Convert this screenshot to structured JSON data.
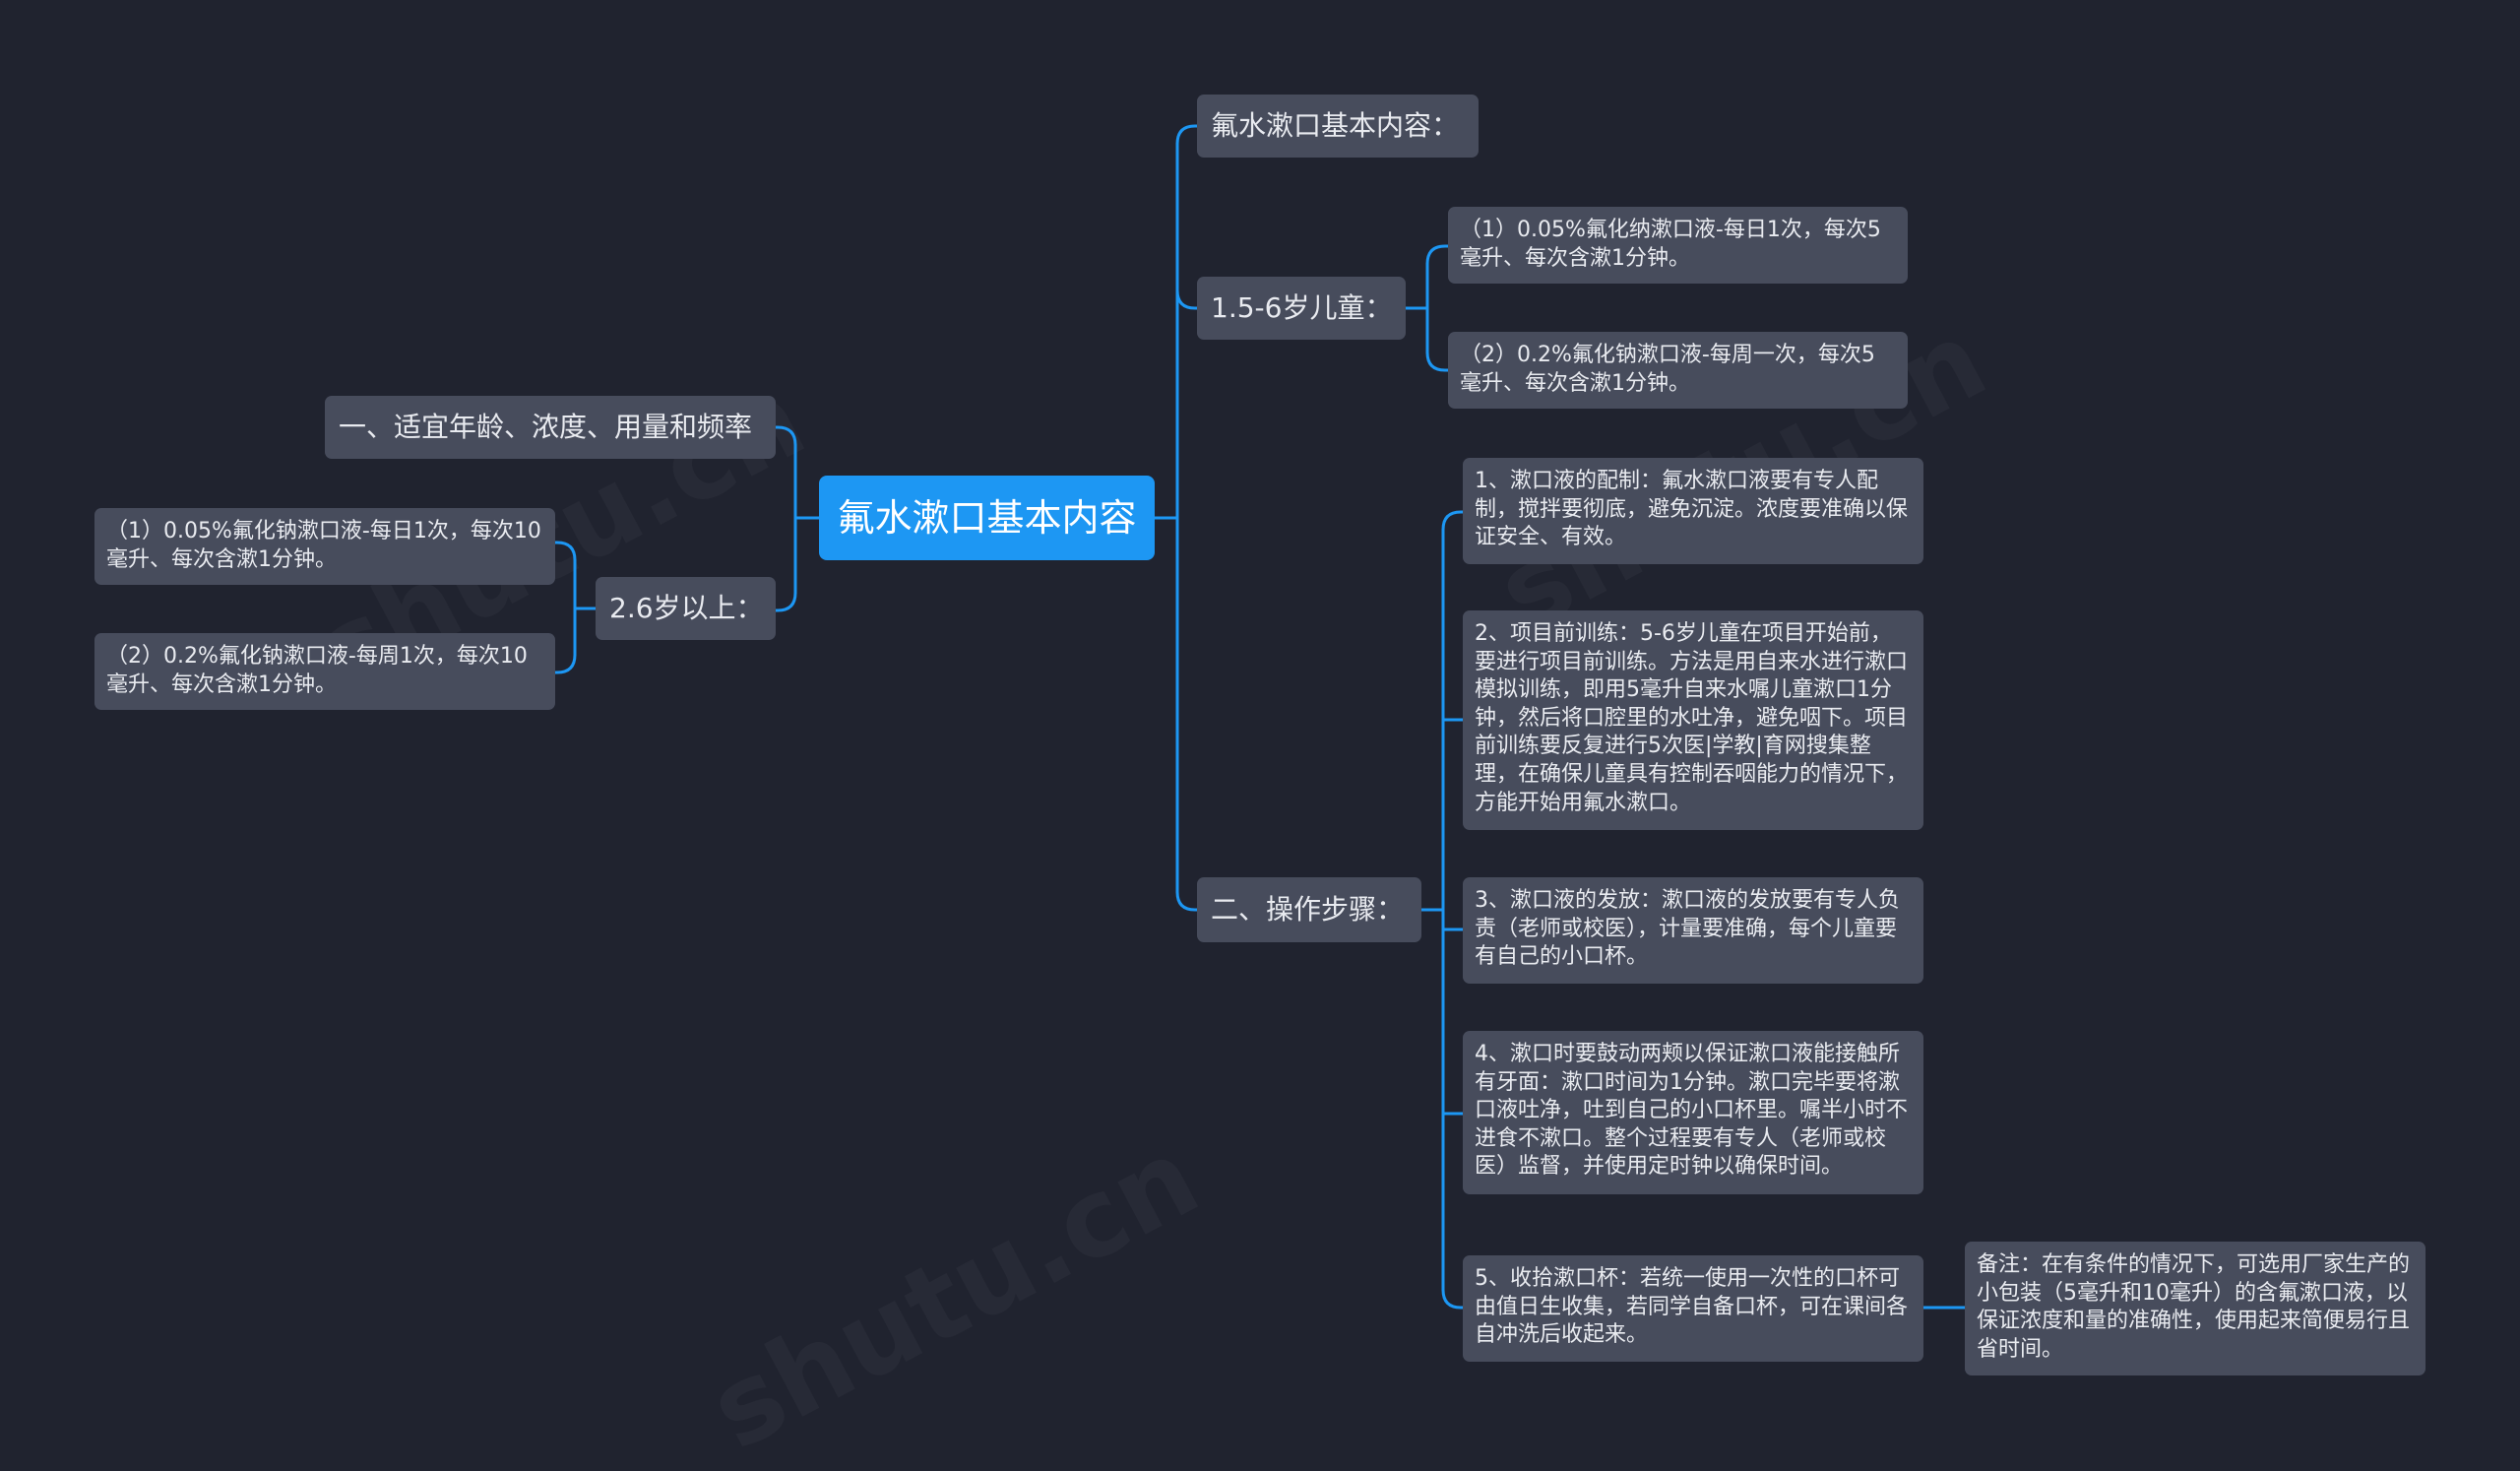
{
  "colors": {
    "background": "#20232f",
    "root_fill": "#1d97f3",
    "node_fill": "#474c5c",
    "link": "#1d97f3",
    "text": "#e9ebf0"
  },
  "root": {
    "label": "氟水漱口基本内容"
  },
  "left": {
    "branch1": {
      "label": "一、适宜年龄、浓度、用量和频率"
    },
    "branch2": {
      "label": "2.6岁以上：",
      "children": [
        "（1）0.05%氟化钠漱口液-每日1次，每次10毫升、每次含漱1分钟。",
        "（2）0.2%氟化钠漱口液-每周1次，每次10毫升、每次含漱1分钟。"
      ]
    }
  },
  "right": {
    "branch1": {
      "label": "氟水漱口基本内容："
    },
    "branch2": {
      "label": "1.5-6岁儿童：",
      "children": [
        "（1）0.05%氟化纳漱口液-每日1次，每次5毫升、每次含漱1分钟。",
        "（2）0.2%氟化钠漱口液-每周一次，每次5毫升、每次含漱1分钟。"
      ]
    },
    "branch3": {
      "label": "二、操作步骤：",
      "children": [
        "1、漱口液的配制：氟水漱口液要有专人配制，搅拌要彻底，避免沉淀。浓度要准确以保证安全、有效。",
        "2、项目前训练：5-6岁儿童在项目开始前，要进行项目前训练。方法是用自来水进行漱口模拟训练，即用5毫升自来水嘱儿童漱口1分钟，然后将口腔里的水吐净，避免咽下。项目前训练要反复进行5次医|学教|育网搜集整理，在确保儿童具有控制吞咽能力的情况下，方能开始用氟水漱口。",
        "3、漱口液的发放：漱口液的发放要有专人负责（老师或校医），计量要准确，每个儿童要有自己的小口杯。",
        "4、漱口时要鼓动两颊以保证漱口液能接触所有牙面：漱口时间为1分钟。漱口完毕要将漱口液吐净，吐到自己的小口杯里。嘱半小时不进食不漱口。整个过程要有专人（老师或校医）监督，并使用定时钟以确保时间。",
        "5、收拾漱口杯：若统一使用一次性的口杯可由值日生收集，若同学自备口杯，可在课间各自冲洗后收起来。"
      ],
      "note": "备注：在有条件的情况下，可选用厂家生产的小包装（5毫升和10毫升）的含氟漱口液，以保证浓度和量的准确性，使用起来简便易行且省时间。"
    }
  }
}
